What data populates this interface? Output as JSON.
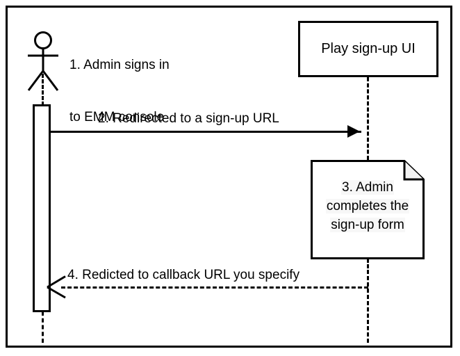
{
  "diagram": {
    "type": "sequence-diagram",
    "title": "",
    "background_color": "#ffffff",
    "stroke_color": "#000000",
    "note_text_highlight_color": "#f7f7f7",
    "participants": [
      {
        "id": "admin",
        "kind": "actor",
        "icon": "stick-figure",
        "annotation_line1": "1. Admin signs in",
        "annotation_line2": "to EMM console"
      },
      {
        "id": "play-signup-ui",
        "kind": "box",
        "label": "Play sign-up UI"
      }
    ],
    "messages": [
      {
        "number": "2",
        "label": "2. Redirected to a sign-up URL",
        "style": "solid",
        "arrowhead": "filled",
        "direction": "right"
      },
      {
        "number": "4",
        "label": "4. Redicted to callback URL you specify",
        "style": "dashed",
        "arrowhead": "open",
        "direction": "left"
      }
    ],
    "notes": [
      {
        "number": "3",
        "lines": [
          "3. Admin",
          "completes the",
          "sign-up form"
        ],
        "corner": "folded-top-right"
      }
    ]
  }
}
